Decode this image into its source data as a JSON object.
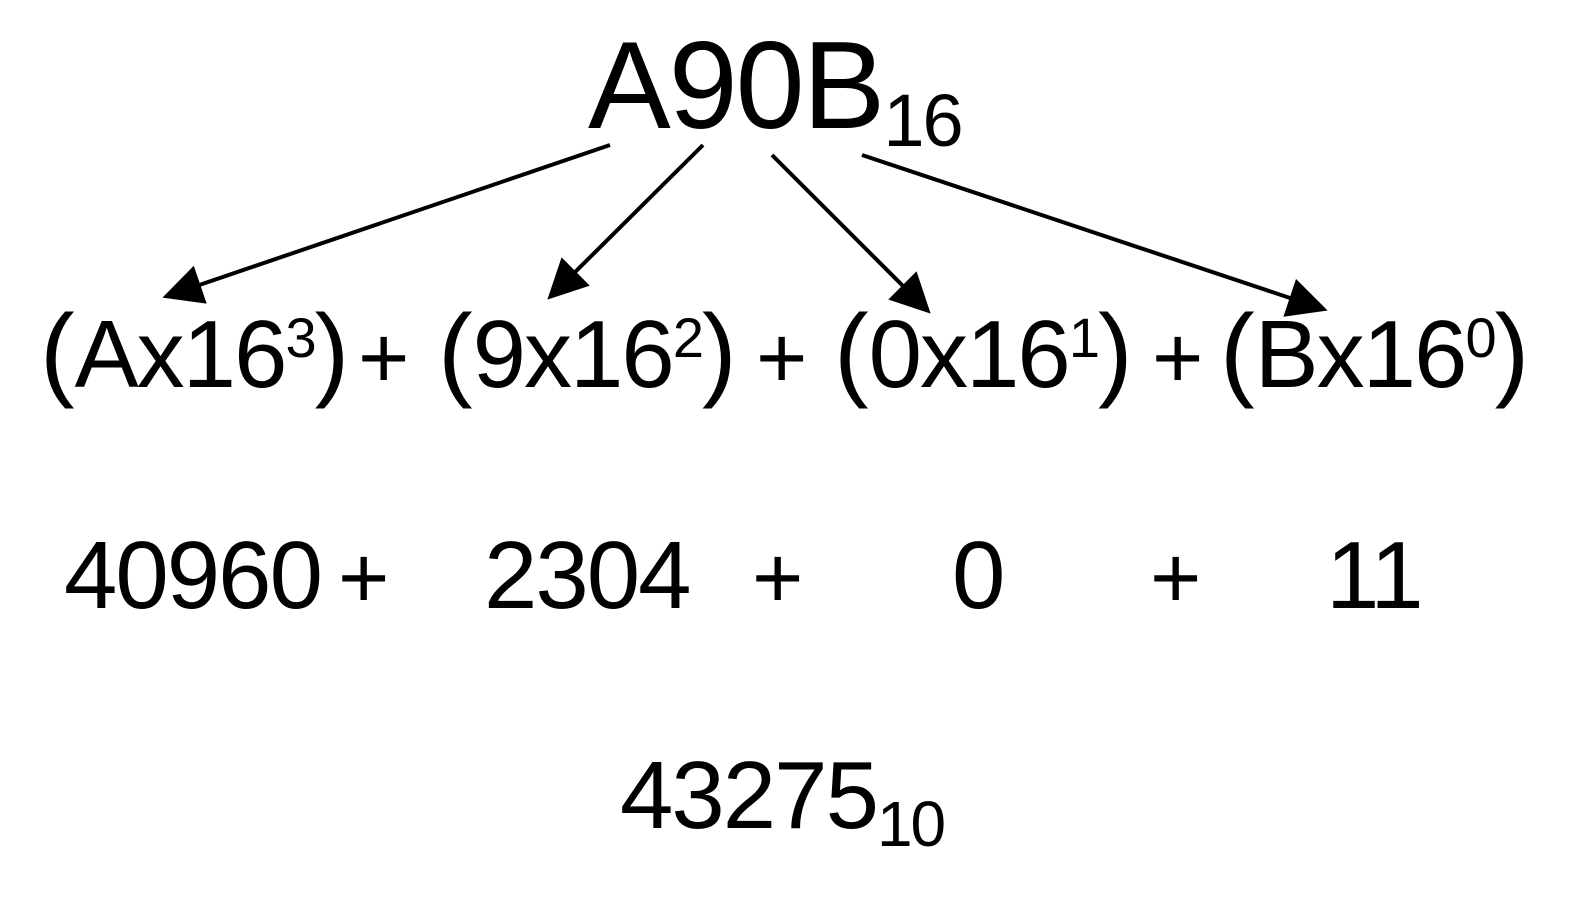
{
  "hex_number": {
    "digits": "A90B",
    "base": "16"
  },
  "terms": [
    {
      "open": "(",
      "digit": "A",
      "times": "x",
      "base": "16",
      "exponent": "3",
      "close": ")"
    },
    {
      "open": "(",
      "digit": "9",
      "times": "x",
      "base": "16",
      "exponent": "2",
      "close": ")"
    },
    {
      "open": "(",
      "digit": "0",
      "times": "x",
      "base": "16",
      "exponent": "1",
      "close": ")"
    },
    {
      "open": "(",
      "digit": "B",
      "times": "x",
      "base": "16",
      "exponent": "0",
      "close": ")"
    }
  ],
  "plus": "+",
  "values": [
    "40960",
    "2304",
    "0",
    "11"
  ],
  "result": {
    "digits": "43275",
    "base": "10"
  }
}
